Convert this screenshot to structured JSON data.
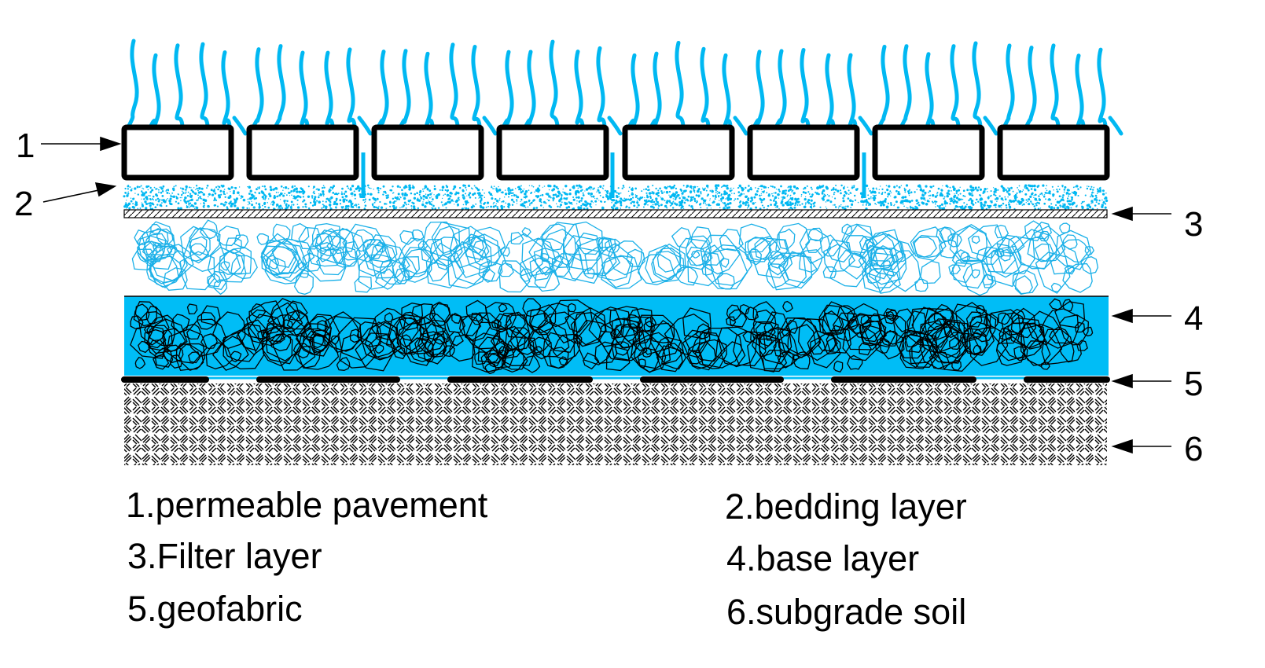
{
  "colors": {
    "water": "#00b8f2",
    "stone_outline": "#1ab0e8",
    "base_fill": "#00bdf6",
    "ink": "#000000"
  },
  "callouts": [
    "1",
    "2",
    "3",
    "4",
    "5",
    "6"
  ],
  "legend": [
    "1.permeable pavement",
    "2.bedding layer",
    "3.Filter layer",
    "4.base layer",
    "5.geofabric",
    "6.subgrade soil"
  ]
}
